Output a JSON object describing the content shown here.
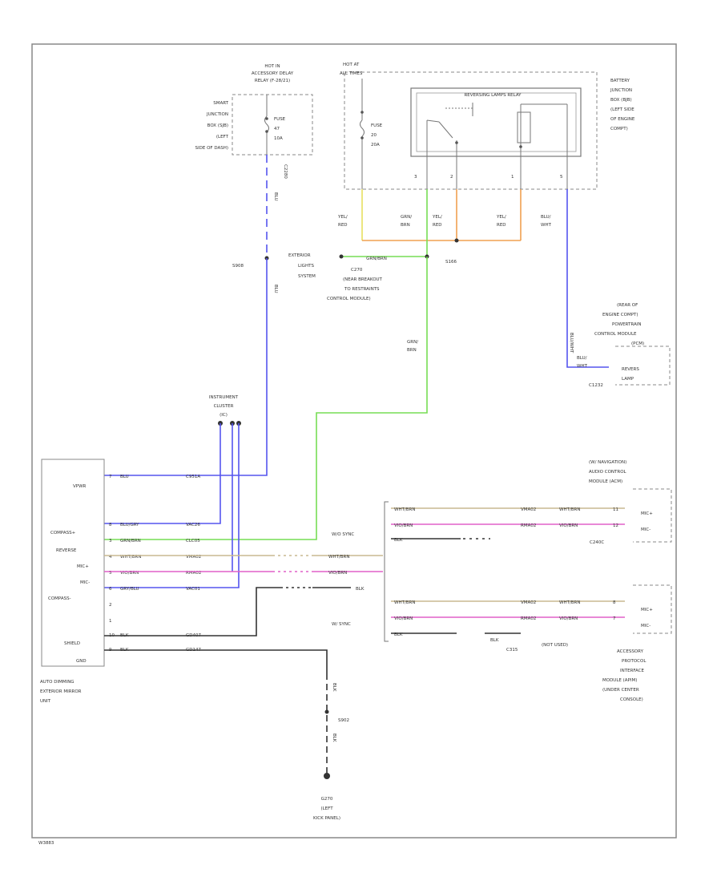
{
  "colors": {
    "blue": "#5555ee",
    "green": "#77dd55",
    "yellow": "#e8e060",
    "orange": "#f0a050",
    "pink": "#e060c8",
    "tan": "#c8b890",
    "black": "#333333",
    "frame": "#888888"
  },
  "fuse_boxes": {
    "smart_junction": {
      "hot_label": [
        "HOT IN",
        "ACCESSORY DELAY",
        "RELAY (F-28/21)"
      ],
      "location": [
        "SMART",
        "JUNCTION",
        "BOX (SJB)",
        "(LEFT",
        "SIDE OF DASH)"
      ],
      "fuse": [
        "FUSE",
        "47",
        "10A"
      ],
      "connector": "C2280"
    },
    "battery_junction": {
      "hot_label": [
        "HOT AT",
        "ALL TIMES"
      ],
      "fuse": [
        "FUSE",
        "20",
        "20A"
      ],
      "relay": "REVERSING LAMPS RELAY",
      "location": [
        "BATTERY",
        "JUNCTION",
        "BOX (BJB)",
        "(LEFT SIDE",
        "OF ENGINE",
        "COMPT)"
      ],
      "pins": [
        "3",
        "2",
        "1",
        "5"
      ]
    }
  },
  "wire_labels": {
    "yel_red_1": [
      "YEL/",
      "RED"
    ],
    "grn_brn_1": [
      "GRN/",
      "BRN"
    ],
    "yel_red_2": [
      "YEL/",
      "RED"
    ],
    "yel_red_3": [
      "YEL/",
      "RED"
    ],
    "blu_wht": [
      "BLU/",
      "WHT"
    ],
    "grn_brn_2": [
      "GRN/",
      "BRN"
    ],
    "grn_brn_h": "GRN/BRN",
    "blu_v": "BLU",
    "blu_wht_v": "BLU/WHT",
    "blu_wht_pcm": [
      "BLU/",
      "WHT"
    ]
  },
  "splices": {
    "s908": "S908",
    "s166": "S166",
    "s902": "S902",
    "c270": [
      "C270",
      "(NEAR BREAKOUT",
      "TO RESTRAINTS",
      "CONTROL MODULE)"
    ],
    "exterior": [
      "EXTERIOR",
      "LIGHTS",
      "SYSTEM"
    ],
    "ground": [
      "G270",
      "(LEFT",
      "KICK PANEL)"
    ]
  },
  "pcm": {
    "label": [
      "(REAR OF",
      "ENGINE COMPT)",
      "POWERTRAIN",
      "CONTROL MODULE",
      "(PCM)"
    ],
    "pin": "REVERS",
    "lamp": "LAMP",
    "connector": "C1232"
  },
  "cluster": {
    "label": [
      "INSTRUMENT",
      "CLUSTER",
      "(IC)"
    ]
  },
  "mirror_unit": {
    "pins": [
      "VPWR",
      "COMPASS+",
      "REVERSE",
      "MIC+",
      "MIC-",
      "COMPASS-",
      "SHIELD",
      "GND"
    ],
    "label": [
      "AUTO DIMMING",
      "EXTERIOR MIRROR",
      "UNIT"
    ],
    "pin_nums": [
      "7",
      "8",
      "3",
      "4",
      "5",
      "6",
      "2",
      "1",
      "10",
      "9"
    ],
    "wires": [
      "BLU",
      "BLU/GRY",
      "GRN/BRN",
      "WHT/BRN",
      "VIO/BRN",
      "GRY/BLU",
      "",
      "",
      "BLK",
      "BLK"
    ],
    "right_wires": [
      "C951A",
      "VAC26",
      "CLC05",
      "VMA02",
      "RMA02",
      "VAC01",
      "",
      "",
      "GD407",
      "GD147"
    ]
  },
  "sync_mic": {
    "label": "W/O SYNC",
    "wires": [
      "WHT/BRN",
      "VIO/BRN",
      "BLK"
    ],
    "circuits": [
      "VMA02",
      "RMA02"
    ],
    "wires2": [
      "WHT/BRN",
      "VIO/BRN"
    ],
    "pins": [
      "11",
      "12"
    ],
    "module": [
      "(W/ NAVIGATION)",
      "AUDIO CONTROL",
      "MODULE (ACM)"
    ],
    "mic": [
      "MIC+",
      "MIC-"
    ],
    "connector": "C240C"
  },
  "sync_apim": {
    "label": "W/ SYNC",
    "wires": [
      "WHT/BRN",
      "VIO/BRN",
      "BLK"
    ],
    "circuits": [
      "VMA02",
      "RMA02"
    ],
    "wires2": [
      "WHT/BRN",
      "VIO/BRN"
    ],
    "pins": [
      "8",
      "7"
    ],
    "mic": [
      "MIC+",
      "MIC-"
    ],
    "connector": "C315",
    "not_used": "(NOT USED)",
    "blk2": "BLK",
    "module": [
      "ACCESSORY",
      "PROTOCOL",
      "INTERFACE",
      "MODULE (APIM)",
      "(UNDER CENTER",
      "CONSOLE)"
    ]
  },
  "ground_wire": {
    "blk_1": "BLK",
    "blk_2": "BLK"
  },
  "corner_code": "W3883"
}
